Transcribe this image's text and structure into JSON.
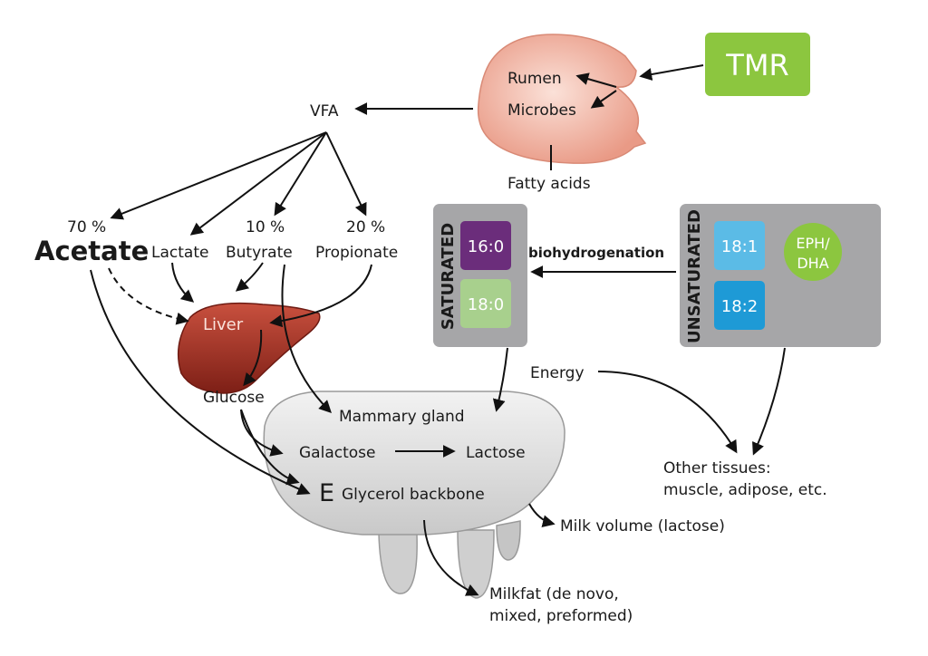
{
  "labels": {
    "tmr": "TMR",
    "rumen": "Rumen",
    "microbes": "Microbes",
    "fatty_acids": "Fatty acids",
    "vfa": "VFA",
    "pct_acetate": "70 %",
    "acetate": "Acetate",
    "lactate": "Lactate",
    "pct_butyrate": "10 %",
    "butyrate": "Butyrate",
    "pct_propionate": "20 %",
    "propionate": "Propionate",
    "liver": "Liver",
    "glucose": "Glucose",
    "saturated": "SATURATED",
    "unsaturated": "UNSATURATED",
    "fa_16_0": "16:0",
    "fa_18_0": "18:0",
    "fa_18_1": "18:1",
    "fa_18_2": "18:2",
    "eph_dha_line1": "EPH/",
    "eph_dha_line2": "DHA",
    "biohydrogenation": "biohydrogenation",
    "energy": "Energy",
    "mammary_gland": "Mammary gland",
    "galactose": "Galactose",
    "lactose": "Lactose",
    "e_letter": "E",
    "glycerol_backbone": "Glycerol backbone",
    "milk_volume": "Milk volume (lactose)",
    "milkfat_line1": "Milkfat (de novo,",
    "milkfat_line2": "mixed, preformed)",
    "other_tissues_line1": "Other tissues:",
    "other_tissues_line2": "muscle, adipose, etc."
  },
  "colors": {
    "tmr": "#8cc63f",
    "fa_16_0": "#6b2d7b",
    "fa_18_0": "#a8d08d",
    "fa_18_1": "#5bbbe6",
    "fa_18_2": "#1e9ad6",
    "eph_dha": "#8cc63f",
    "fa_panel": "#a6a6a8",
    "rumen": "#f2b5a6",
    "liver": "#b23a2c",
    "udder": "#dcdcdc"
  }
}
